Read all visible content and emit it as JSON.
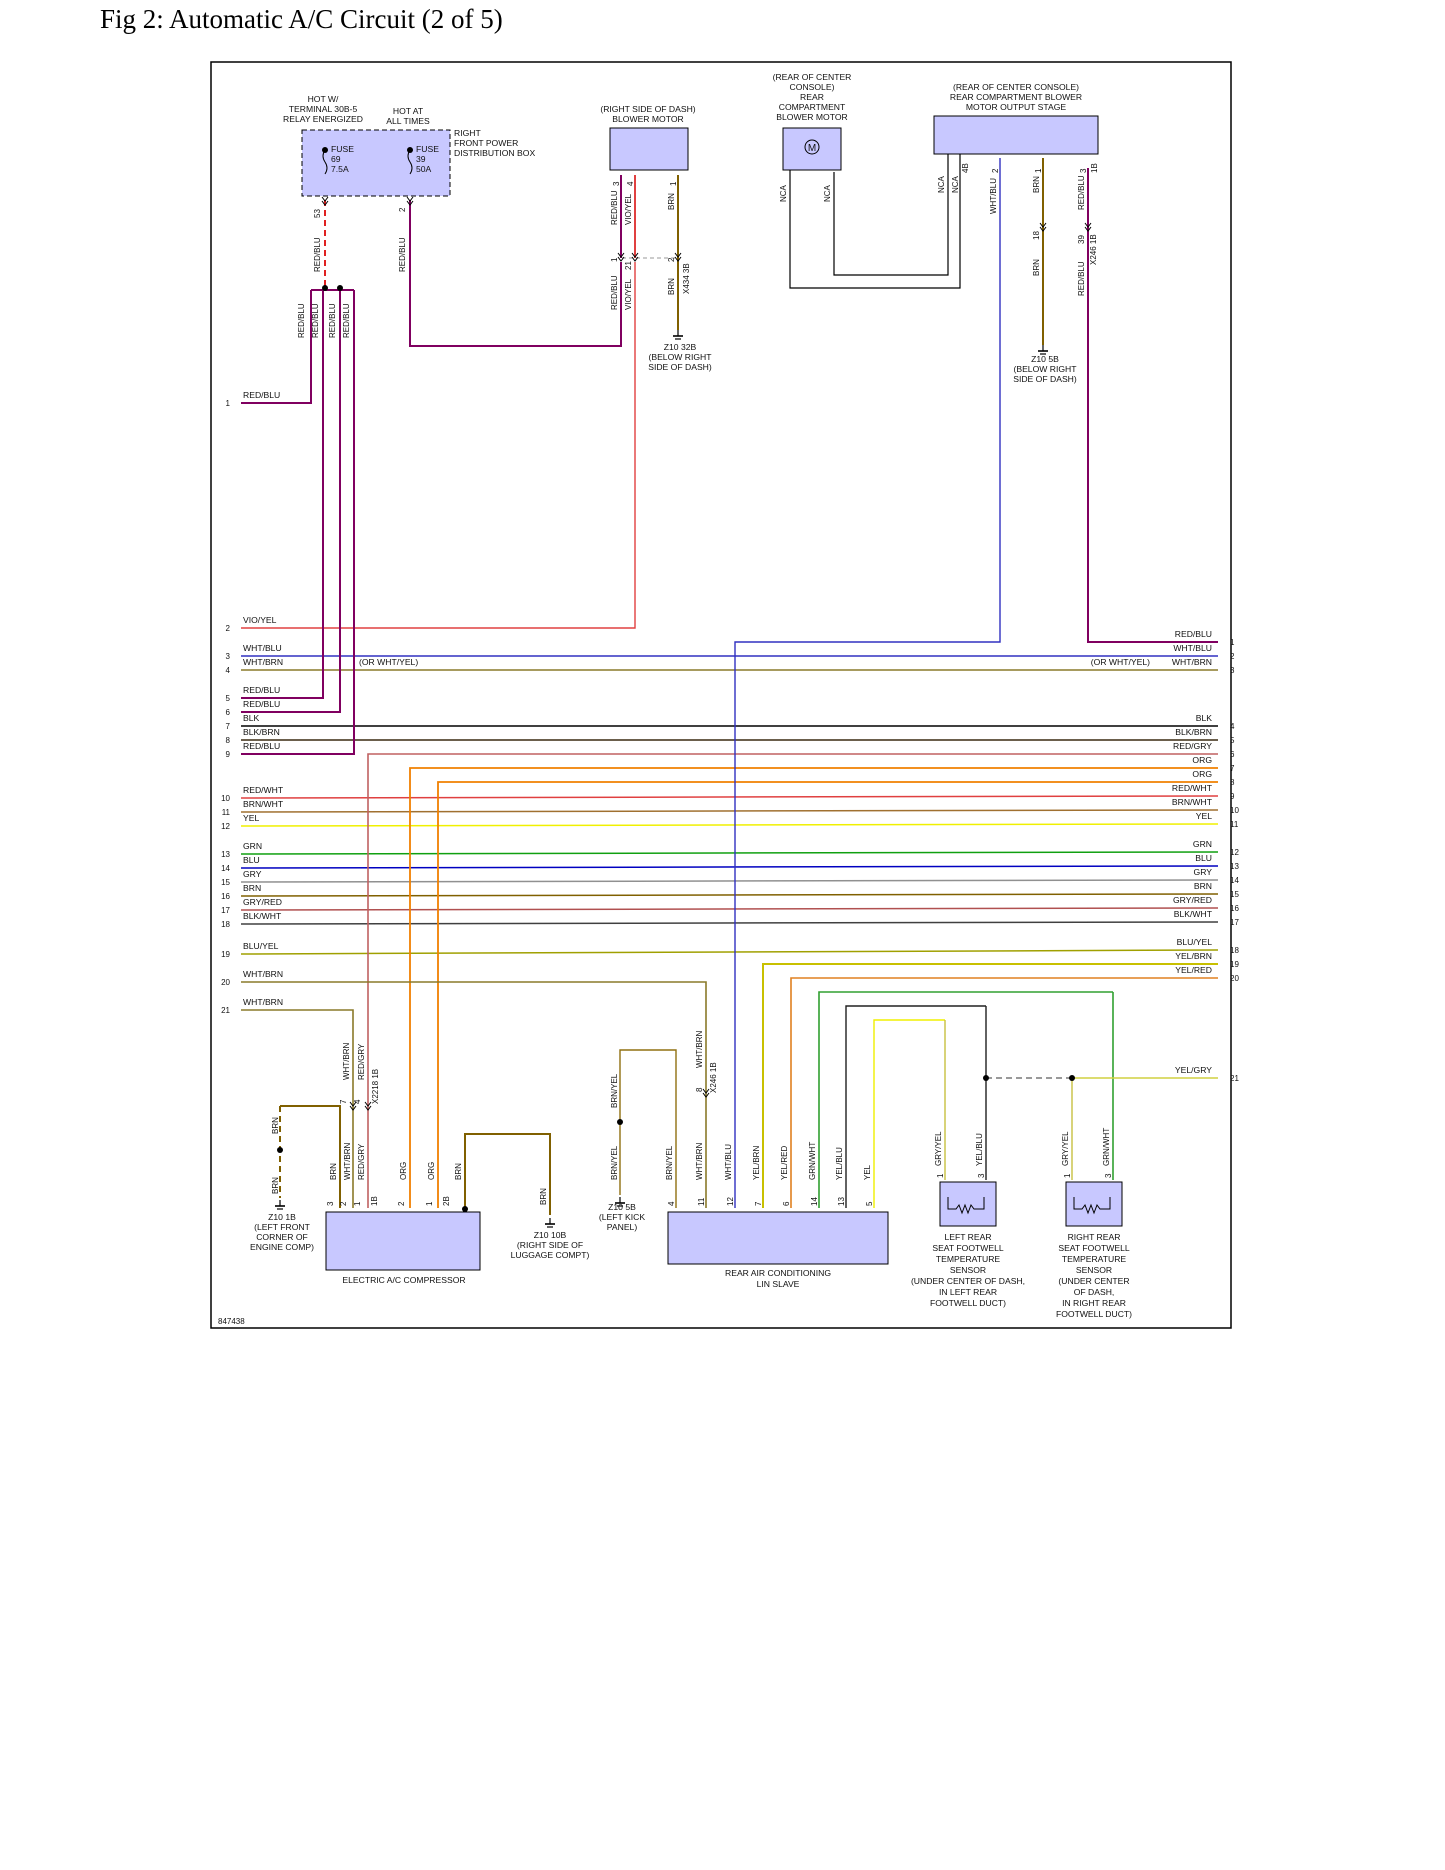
{
  "title": "Fig 2: Automatic A/C Circuit (2 of 5)",
  "figure_id": "847438",
  "colors": {
    "border": "#000000",
    "component_fill": "#c8c8ff",
    "component_stroke": "#000000",
    "RED/BLU": "#800060",
    "VIO/YEL": "#e04040",
    "WHT/BLU": "#3030c0",
    "WHT/BRN": "#8a7a2a",
    "BLK": "#000000",
    "BLK/BRN": "#3a2a10",
    "RED/GRY": "#c06060",
    "ORG": "#f08000",
    "RED/WHT": "#e04040",
    "BRN/WHT": "#a07030",
    "YEL": "#f0f000",
    "GRN": "#10a010",
    "BLU": "#0000c0",
    "GRY": "#909090",
    "BRN": "#806000",
    "GRY/RED": "#b05050",
    "BLK/WHT": "#404040",
    "BLU/YEL": "#a0a000",
    "YEL/BRN": "#c8c000",
    "YEL/RED": "#e08020",
    "YEL/GRY": "#d0d040",
    "GRY/YEL": "#c8c040",
    "YEL/BLU": "#202020",
    "GRN/WHT": "#30a030",
    "BRN/YEL": "#907010",
    "NCA": "#000000"
  },
  "components": {
    "fuse_box": {
      "hot_relay": [
        "HOT W/",
        "TERMINAL 30B-5",
        "RELAY ENERGIZED"
      ],
      "hot_always": [
        "HOT AT",
        "ALL TIMES"
      ],
      "name": [
        "RIGHT",
        "FRONT POWER",
        "DISTRIBUTION BOX"
      ],
      "fuse69": [
        "FUSE",
        "69",
        "7.5A"
      ],
      "fuse39": [
        "FUSE",
        "39",
        "50A"
      ],
      "pin_a": "53",
      "pin_b": "2"
    },
    "blower_motor": {
      "name": [
        "(RIGHT SIDE OF DASH)",
        "BLOWER MOTOR"
      ],
      "pins": [
        "3",
        "4",
        "1"
      ]
    },
    "rear_blower_motor": {
      "name": [
        "(REAR OF CENTER",
        "CONSOLE)",
        "REAR",
        "COMPARTMENT",
        "BLOWER MOTOR"
      ],
      "symbol": "M"
    },
    "output_stage": {
      "name": [
        "(REAR OF CENTER CONSOLE)",
        "REAR COMPARTMENT BLOWER",
        "MOTOR OUTPUT STAGE"
      ],
      "pins": [
        "2",
        "1",
        "3"
      ],
      "connector": "4B",
      "connector_b": "1B"
    },
    "compressor": {
      "name": "ELECTRIC A/C COMPRESSOR",
      "pins": [
        "3",
        "2",
        "1",
        "2",
        "1"
      ],
      "conn_a": "1B",
      "conn_b": "2B"
    },
    "lin_slave": {
      "name": [
        "REAR AIR CONDITIONING",
        "LIN SLAVE"
      ],
      "pins": [
        "4",
        "11",
        "12",
        "7",
        "6",
        "14",
        "13",
        "5"
      ]
    },
    "left_sensor": {
      "name": [
        "LEFT REAR",
        "SEAT FOOTWELL",
        "TEMPERATURE",
        "SENSOR",
        "(UNDER CENTER OF DASH,",
        "IN LEFT REAR",
        "FOOTWELL DUCT)"
      ],
      "pins": [
        "1",
        "3"
      ]
    },
    "right_sensor": {
      "name": [
        "RIGHT REAR",
        "SEAT FOOTWELL",
        "TEMPERATURE",
        "SENSOR",
        "(UNDER CENTER",
        "OF DASH,",
        "IN RIGHT REAR",
        "FOOTWELL DUCT)"
      ],
      "pins": [
        "1",
        "3"
      ]
    }
  },
  "grounds": {
    "z10_32b": [
      "Z10 32B",
      "(BELOW RIGHT",
      "SIDE OF DASH)"
    ],
    "z10_5b_top": [
      "Z10 5B",
      "(BELOW RIGHT",
      "SIDE OF DASH)"
    ],
    "z10_1b": [
      "Z10 1B",
      "(LEFT FRONT",
      "CORNER OF",
      "ENGINE COMP)"
    ],
    "z10_10b": [
      "Z10 10B",
      "(RIGHT SIDE OF",
      "LUGGAGE COMPT)"
    ],
    "z10_5b_bottom": [
      "Z10 5B",
      "(LEFT KICK",
      "PANEL)"
    ]
  },
  "connectors": {
    "x434": "X434 3B",
    "x246_top": "X246 1B",
    "x2218": "X2218 1B",
    "x246_bottom": "X246 1B"
  },
  "wire_labels": {
    "red_blu": "RED/BLU",
    "vio_yel": "VIO/YEL",
    "brn": "BRN",
    "nca": "NCA",
    "wht_blu": "WHT/BLU",
    "wht_brn": "WHT/BRN",
    "red_gry": "RED/GRY",
    "org": "ORG",
    "brn_yel": "BRN/YEL",
    "yel_brn": "YEL/BRN",
    "yel_red": "YEL/RED",
    "grn_wht": "GRN/WHT",
    "yel_blu": "YEL/BLU",
    "gry_yel": "GRY/YEL",
    "or_wht_yel": "(OR WHT/YEL)"
  },
  "pin_labels": {
    "p3": "3",
    "p4": "4",
    "p1": "1",
    "p2": "2",
    "p21": "21",
    "p18": "18",
    "p39": "39",
    "p7": "7",
    "p8": "8"
  },
  "left_wires": [
    {
      "n": "1",
      "label": "RED/BLU"
    },
    {
      "n": "2",
      "label": "VIO/YEL"
    },
    {
      "n": "3",
      "label": "WHT/BLU"
    },
    {
      "n": "4",
      "label": "WHT/BRN"
    },
    {
      "n": "5",
      "label": "RED/BLU"
    },
    {
      "n": "6",
      "label": "RED/BLU"
    },
    {
      "n": "7",
      "label": "BLK"
    },
    {
      "n": "8",
      "label": "BLK/BRN"
    },
    {
      "n": "9",
      "label": "RED/BLU"
    },
    {
      "n": "10",
      "label": "RED/WHT"
    },
    {
      "n": "11",
      "label": "BRN/WHT"
    },
    {
      "n": "12",
      "label": "YEL"
    },
    {
      "n": "13",
      "label": "GRN"
    },
    {
      "n": "14",
      "label": "BLU"
    },
    {
      "n": "15",
      "label": "GRY"
    },
    {
      "n": "16",
      "label": "BRN"
    },
    {
      "n": "17",
      "label": "GRY/RED"
    },
    {
      "n": "18",
      "label": "BLK/WHT"
    },
    {
      "n": "19",
      "label": "BLU/YEL"
    },
    {
      "n": "20",
      "label": "WHT/BRN"
    },
    {
      "n": "21",
      "label": "WHT/BRN"
    }
  ],
  "right_wires": [
    {
      "n": "1",
      "label": "RED/BLU"
    },
    {
      "n": "2",
      "label": "WHT/BLU"
    },
    {
      "n": "3",
      "label": "WHT/BRN"
    },
    {
      "n": "4",
      "label": "BLK"
    },
    {
      "n": "5",
      "label": "BLK/BRN"
    },
    {
      "n": "6",
      "label": "RED/GRY"
    },
    {
      "n": "7",
      "label": "ORG"
    },
    {
      "n": "8",
      "label": "ORG"
    },
    {
      "n": "9",
      "label": "RED/WHT"
    },
    {
      "n": "10",
      "label": "BRN/WHT"
    },
    {
      "n": "11",
      "label": "YEL"
    },
    {
      "n": "12",
      "label": "GRN"
    },
    {
      "n": "13",
      "label": "BLU"
    },
    {
      "n": "14",
      "label": "GRY"
    },
    {
      "n": "15",
      "label": "BRN"
    },
    {
      "n": "16",
      "label": "GRY/RED"
    },
    {
      "n": "17",
      "label": "BLK/WHT"
    },
    {
      "n": "18",
      "label": "BLU/YEL"
    },
    {
      "n": "19",
      "label": "YEL/BRN"
    },
    {
      "n": "20",
      "label": "YEL/RED"
    },
    {
      "n": "21",
      "label": "YEL/GRY"
    }
  ]
}
